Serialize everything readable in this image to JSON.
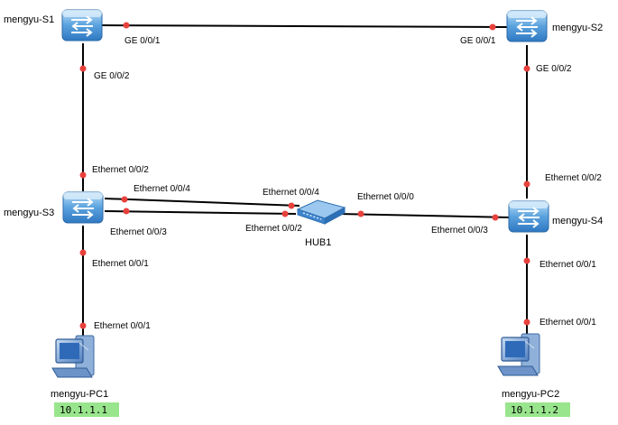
{
  "colors": {
    "link": "#000000",
    "port_dot": "#e8413c",
    "switch_fill": "#5aa2de",
    "switch_light": "#b8dcf6",
    "hub_fill": "#4b90d6",
    "pc_fill": "#5c8fcc",
    "ip_badge_bg": "#99e58d"
  },
  "devices": {
    "s1": {
      "name": "mengyu-S1",
      "icon": "switch-icon"
    },
    "s2": {
      "name": "mengyu-S2",
      "icon": "switch-icon"
    },
    "s3": {
      "name": "mengyu-S3",
      "icon": "switch-icon"
    },
    "s4": {
      "name": "mengyu-S4",
      "icon": "switch-icon"
    },
    "hub": {
      "name": "HUB1",
      "icon": "hub-icon"
    },
    "pc1": {
      "name": "mengyu-PC1",
      "icon": "pc-icon",
      "ip": "10.1.1.1"
    },
    "pc2": {
      "name": "mengyu-PC2",
      "icon": "pc-icon",
      "ip": "10.1.1.2"
    }
  },
  "ports": {
    "s1_top": "GE 0/0/1",
    "s2_top": "GE 0/0/1",
    "s1_down": "GE 0/0/2",
    "s2_down": "GE 0/0/2",
    "s3_up": "Ethernet 0/0/2",
    "s4_up": "Ethernet 0/0/2",
    "s3_hub_upper": "Ethernet 0/0/4",
    "hub_upper": "Ethernet 0/0/4",
    "s3_hub_lower": "Ethernet 0/0/3",
    "hub_lower": "Ethernet 0/0/2",
    "hub_right": "Ethernet 0/0/0",
    "s4_hub": "Ethernet 0/0/3",
    "s3_down": "Ethernet 0/0/1",
    "pc1_up": "Ethernet 0/0/1",
    "s4_down": "Ethernet 0/0/1",
    "pc2_up": "Ethernet 0/0/1"
  }
}
